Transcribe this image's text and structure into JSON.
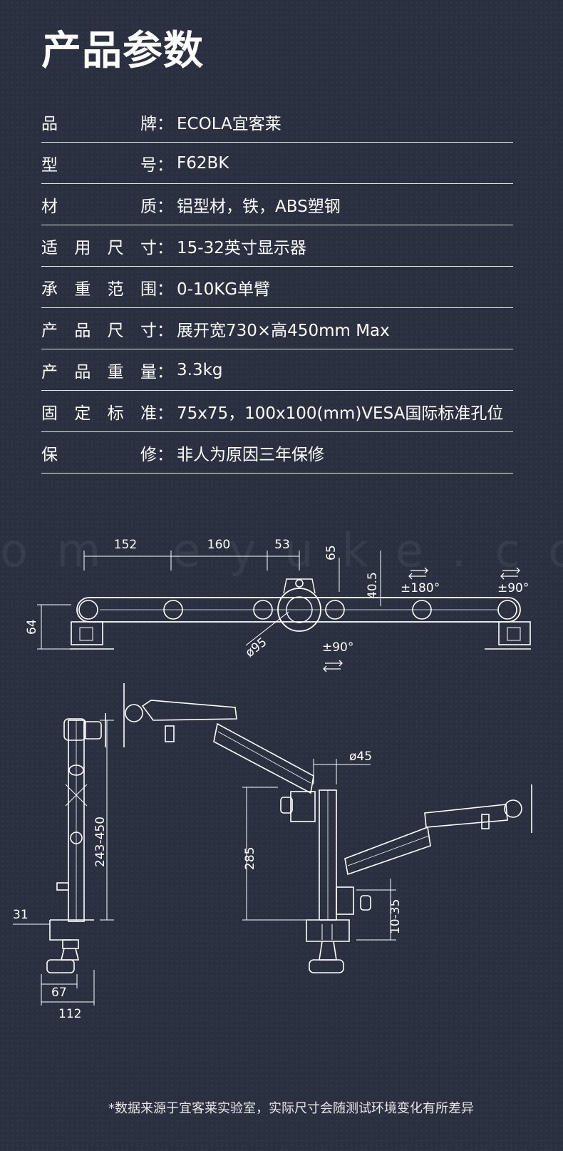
{
  "title": "产品参数",
  "specs": [
    {
      "label": [
        "品",
        "牌"
      ],
      "value": "ECOLA宜客莱"
    },
    {
      "label": [
        "型",
        "号"
      ],
      "value": "F62BK"
    },
    {
      "label": [
        "材",
        "质"
      ],
      "value": "铝型材，铁，ABS塑钢"
    },
    {
      "label": [
        "适",
        "用",
        "尺",
        "寸"
      ],
      "value": "15-32英寸显示器"
    },
    {
      "label": [
        "承",
        "重",
        "范",
        "围"
      ],
      "value": "0-10KG单臂"
    },
    {
      "label": [
        "产",
        "品",
        "尺",
        "寸"
      ],
      "value": "展开宽730×高450mm Max"
    },
    {
      "label": [
        "产",
        "品",
        "重",
        "量"
      ],
      "value": "3.3kg"
    },
    {
      "label": [
        "固",
        "定",
        "标",
        "准"
      ],
      "value": "75x75，100x100(mm)VESA国际标准孔位"
    },
    {
      "label": [
        "保",
        "修"
      ],
      "value": "非人为原因三年保修"
    }
  ],
  "colon": "：",
  "watermark": "om  eyuke.com",
  "dimensions": {
    "d152": "152",
    "d160": "160",
    "d53": "53",
    "d65": "65",
    "d40_5": "40.5",
    "d64": "64",
    "d95": "ø95",
    "rot180": "±180°",
    "rot90_top": "±90°",
    "rot90_bottom": "±90°",
    "d243_450": "243-450",
    "d31": "31",
    "d67": "67",
    "d112": "112",
    "d45": "ø45",
    "d285": "285",
    "d10_35": "10-35"
  },
  "footnote": "*数据来源于宜客莱实验室，实际尺寸会随测试环境变化有所差异"
}
